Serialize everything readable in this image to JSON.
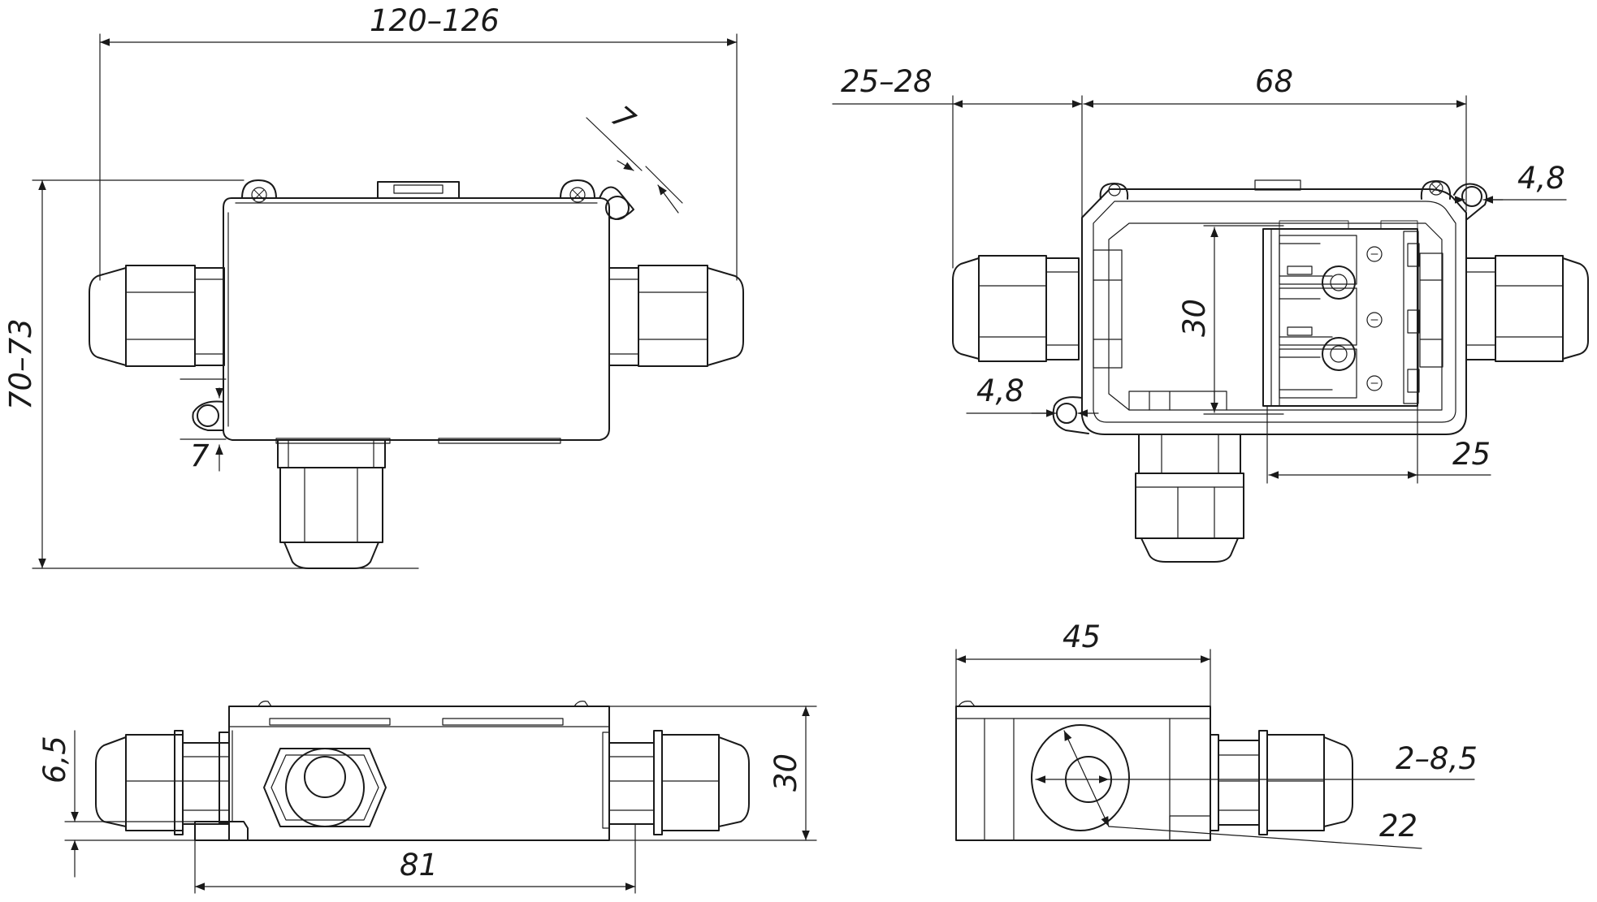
{
  "drawing": {
    "front_view": {
      "overall_length": "120–126",
      "overall_height": "70–73",
      "lug_size_top": "7",
      "lug_size_bottom": "7"
    },
    "open_view": {
      "gland_length": "25–28",
      "body_length": "68",
      "hole_top": "4,8",
      "hole_bottom": "4,8",
      "terminal_height": "30",
      "terminal_width": "25"
    },
    "side_view": {
      "base_offset": "6,5",
      "height": "30",
      "length": "81"
    },
    "end_view": {
      "width": "45",
      "cable_range": "2–8,5",
      "gland_diameter": "22"
    }
  }
}
